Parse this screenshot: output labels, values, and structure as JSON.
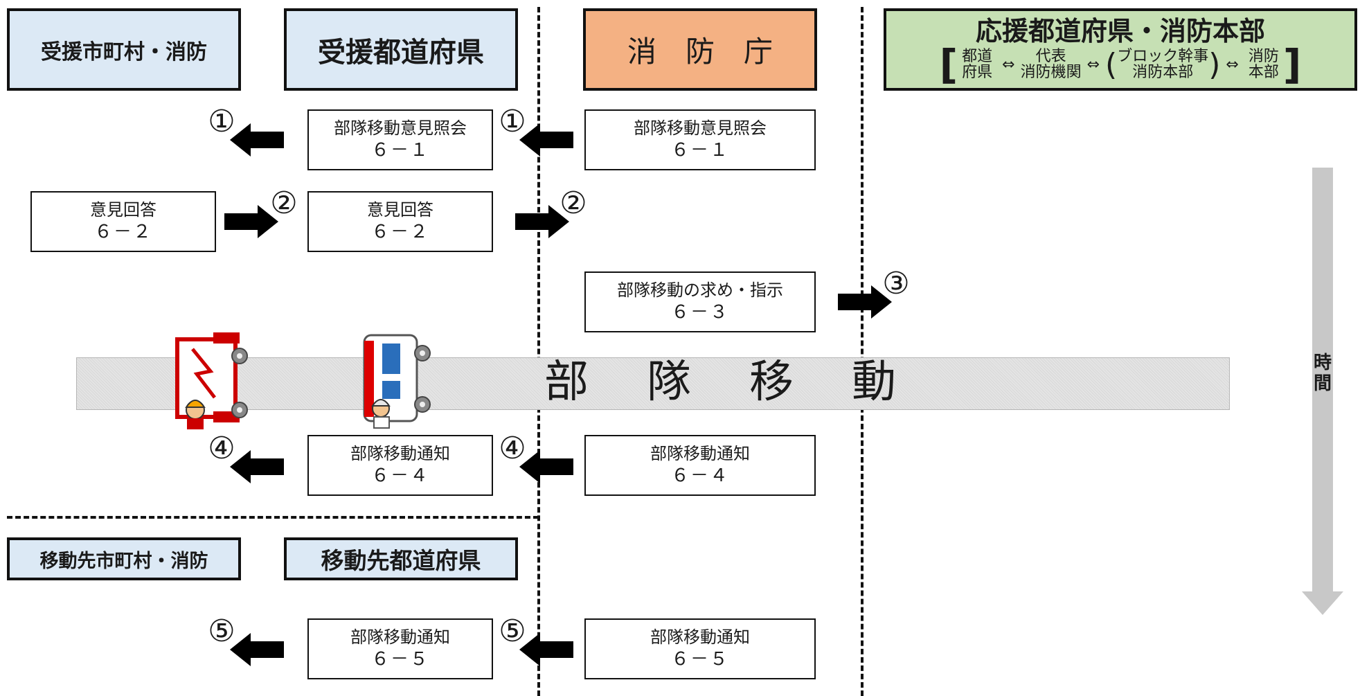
{
  "headers": {
    "receiving_municipality": "受援市町村・消防",
    "receiving_prefecture": "受援都道府県",
    "fire_agency": "消　防　庁",
    "support": {
      "title": "応援都道府県・消防本部",
      "prefecture": "都道\n府県",
      "rep": "代表\n消防機関",
      "block": "ブロック幹事\n消防本部",
      "hq": "消防\n本部",
      "arrow": "⇔"
    },
    "destination_municipality": "移動先市町村・消防",
    "destination_prefecture": "移動先都道府県"
  },
  "steps": {
    "s1_pref": {
      "label": "部隊移動意見照会",
      "code": "６－１"
    },
    "s1_agency": {
      "label": "部隊移動意見照会",
      "code": "６－１"
    },
    "s2_muni": {
      "label": "意見回答",
      "code": "６－２"
    },
    "s2_pref": {
      "label": "意見回答",
      "code": "６－２"
    },
    "s3_agency": {
      "label": "部隊移動の求め・指示",
      "code": "６－３"
    },
    "s4_pref": {
      "label": "部隊移動通知",
      "code": "６－４"
    },
    "s4_agency": {
      "label": "部隊移動通知",
      "code": "６－４"
    },
    "s5_pref": {
      "label": "部隊移動通知",
      "code": "６－５"
    },
    "s5_agency": {
      "label": "部隊移動通知",
      "code": "６－５"
    }
  },
  "markers": {
    "one": "①",
    "two": "②",
    "three": "③",
    "four": "④",
    "five": "⑤"
  },
  "band_text": "部隊移動",
  "time_label": "時\n間",
  "colors": {
    "header_blue": "#dce9f5",
    "header_orange": "#f4b183",
    "header_green": "#c6e0b4",
    "time_arrow": "#c8c8c8"
  },
  "icons": [
    "fire-truck-icon",
    "ambulance-icon",
    "arrow-left-icon",
    "arrow-right-icon",
    "time-arrow-down-icon"
  ]
}
